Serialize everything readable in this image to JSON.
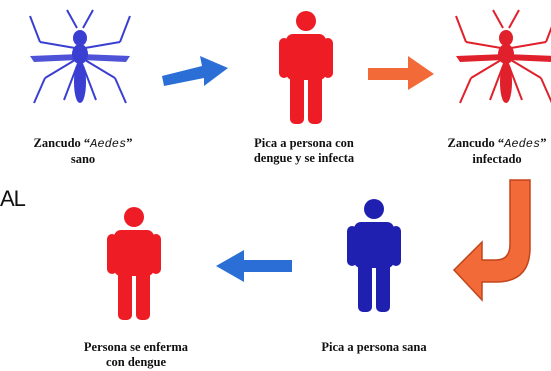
{
  "side_text": "AL",
  "nodes": {
    "mosquito_healthy": {
      "label_line1": "Zancudo",
      "species": "Aedes",
      "label_line2": "sano",
      "color": "#3b3fd1"
    },
    "person_dengue": {
      "label_line1": "Pica a persona con",
      "label_line2": "dengue  y se infecta",
      "color": "#ee1c25"
    },
    "mosquito_infected": {
      "label_line1": "Zancudo",
      "species": "Aedes",
      "label_line2": "infectado",
      "color": "#e0202b"
    },
    "person_healthy": {
      "label": "Pica a persona sana",
      "color": "#2020b0"
    },
    "person_sick": {
      "label_line1": "Persona se enferma",
      "label_line2": "con dengue",
      "color": "#ee1c25"
    }
  },
  "arrows": {
    "blue": "#2b6fd6",
    "orange": "#f26a38"
  }
}
